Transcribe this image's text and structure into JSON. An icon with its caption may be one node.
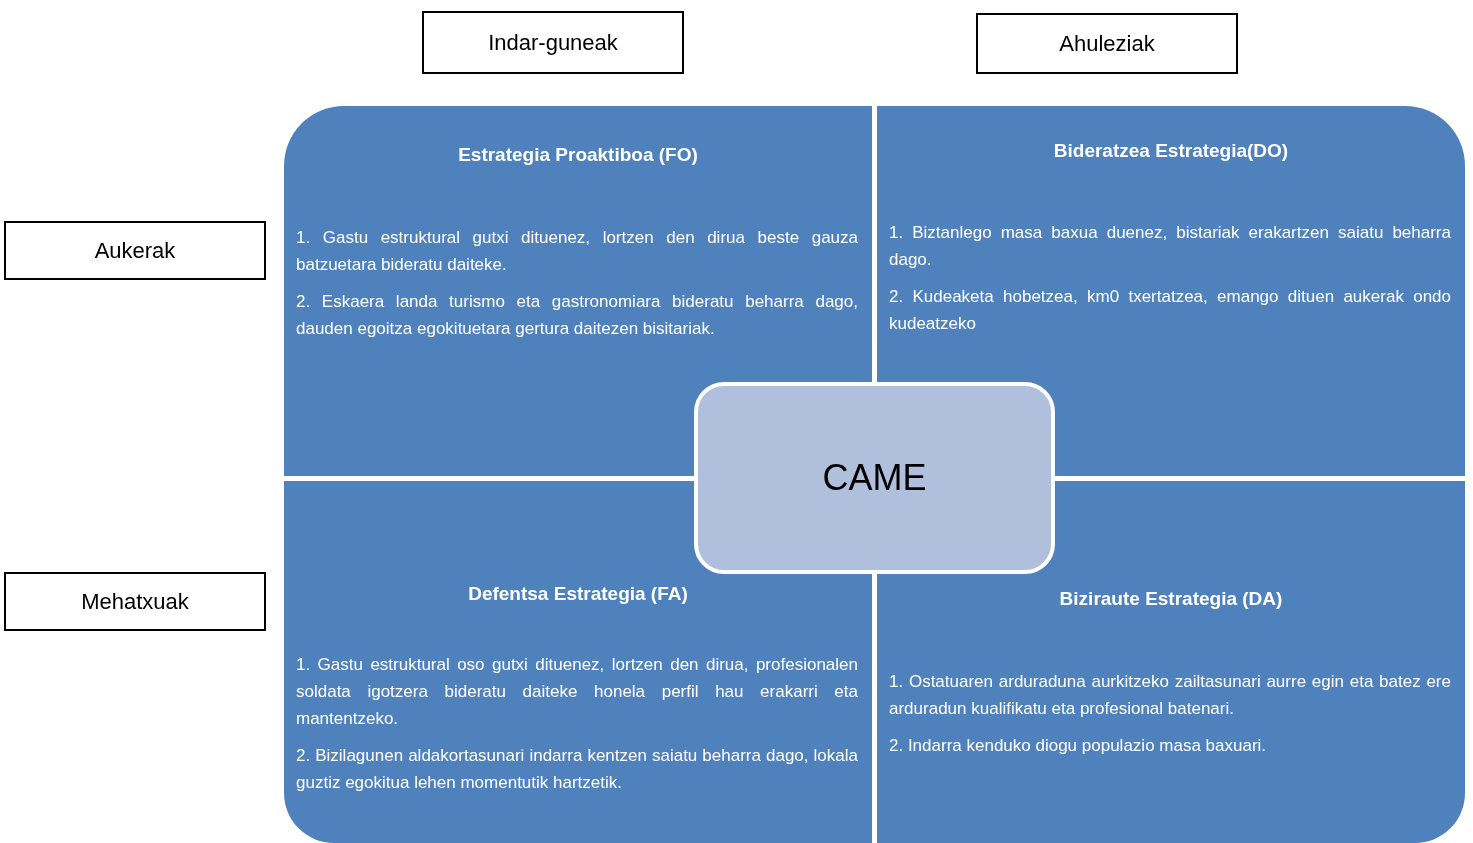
{
  "diagram": {
    "nodes": [
      {
        "text": [
          "Indar-guneak"
        ]
      },
      {
        "text": [
          "Ahuleziak"
        ]
      },
      {
        "text": [
          "Aukerak"
        ]
      },
      {
        "text": [
          "Mehatxuak"
        ]
      },
      {
        "text": [
          "Estrategia Proaktiboa (FO)",
          "1. Gastu estruktural gutxi dituenez, lortzen den dirua beste gauza batzuetara bideratu daiteke.",
          "2. Eskaera landa turismo eta gastronomiara bideratu beharra dago, dauden egoitza egokituetara gertura daitezen bisitariak."
        ]
      },
      {
        "text": [
          "Bideratzea Estrategia(DO)",
          "1. Biztanlego masa baxua duenez, bistariak erakartzen saiatu beharra dago.",
          "2. Kudeaketa hobetzea, km0 txertatzea, emango dituen aukerak ondo kudeatzeko"
        ]
      },
      {
        "text": [
          "Defentsa Estrategia (FA)",
          "1. Gastu estruktural oso gutxi dituenez, lortzen den dirua, profesionalen soldata igotzera bideratu daiteke honela perfil hau erakarri eta mantentzeko.",
          "2. Bizilagunen aldakortasunari indarra kentzen saiatu beharra dago, lokala guztiz egokitua lehen momentutik hartzetik."
        ]
      },
      {
        "text": [
          "Biziraute Estrategia (DA)",
          "1. Ostatuaren arduraduna aurkitzeko zailtasunari aurre egin eta batez ere arduradun kualifikatu eta profesional batenari.",
          "2. Indarra kenduko diogu populazio masa baxuari."
        ]
      },
      {
        "text": [
          "CAME"
        ]
      }
    ]
  }
}
